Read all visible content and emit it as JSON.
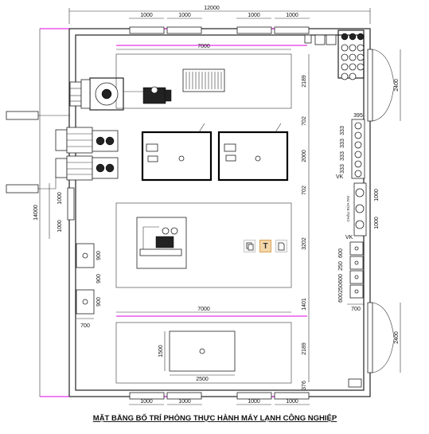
{
  "title": "MẶT BẰNG BỐ TRÍ PHÒNG THỰC HÀNH MÁY LẠNH CÔNG NGHIỆP",
  "dimensions": {
    "total_width": "12000",
    "total_height": "14000",
    "top_window": "1000",
    "bench_length": "7000",
    "zone_h1": "2189",
    "gap": "702",
    "room_h": "2000",
    "bench_h": "3202",
    "gap2": "1401",
    "zone_h2": "2189",
    "bottom": "376",
    "left_h1": "1000",
    "left_h2": "1000",
    "cab_900": "900",
    "cab_w": "700",
    "right_w": "700",
    "right_395": "395",
    "right_333": "333",
    "right_250": "250",
    "right_600": "600",
    "door": "2400",
    "sink_w": "1000",
    "table_h": "1500",
    "table_w": "2500"
  },
  "labels": {
    "sink": "CHẬU RỬA TAY",
    "vk": "VK"
  },
  "toolbar": {
    "copy_icon": "copy-icon",
    "text_icon": "text-tool-icon",
    "page_icon": "page-icon",
    "text_glyph": "T"
  }
}
